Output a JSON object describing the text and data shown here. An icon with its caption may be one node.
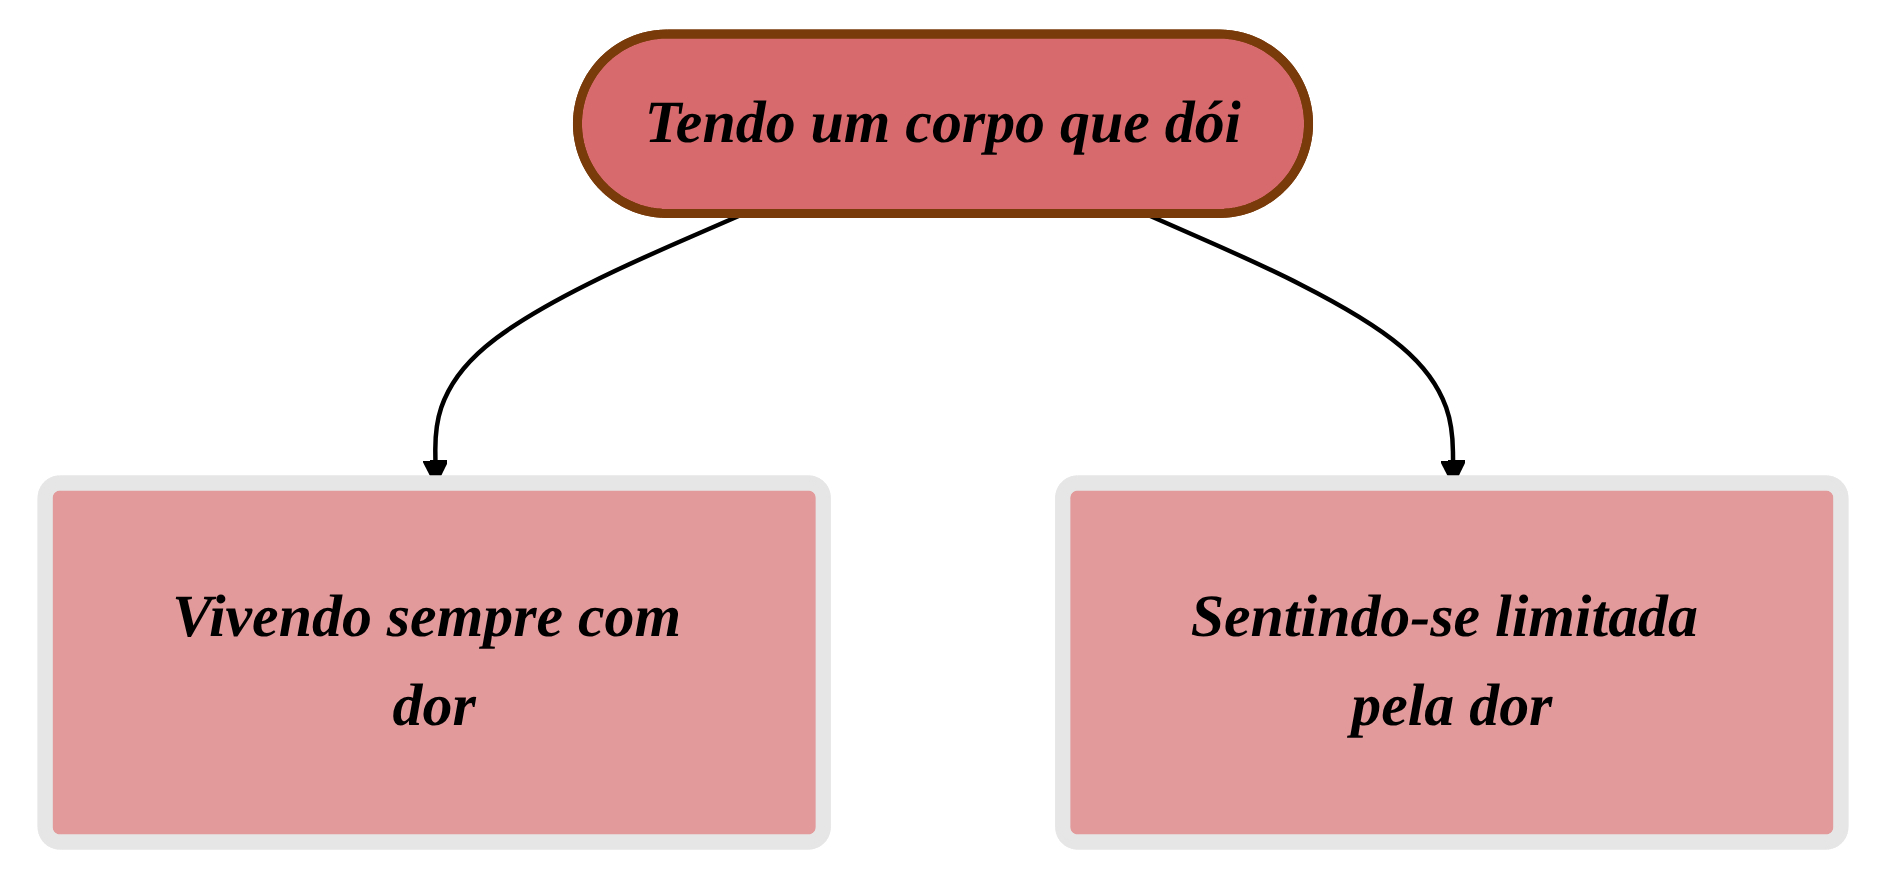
{
  "diagram": {
    "nodes": [
      {
        "text": [
          "Tendo um corpo que dói"
        ]
      },
      {
        "text": [
          "Vivendo sempre com dor"
        ]
      },
      {
        "text": [
          "Sentindo-se limitada pela dor"
        ]
      }
    ],
    "edges": [
      {
        "from": 0,
        "to": 1,
        "arrow": "to"
      },
      {
        "from": 0,
        "to": 2,
        "arrow": "to"
      }
    ]
  }
}
